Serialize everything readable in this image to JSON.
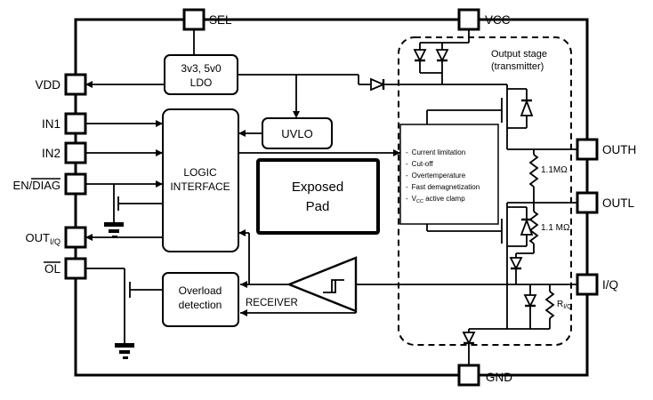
{
  "pins": {
    "sel": "SEL",
    "vcc": "VCC",
    "vdd": "VDD",
    "in1": "IN1",
    "in2": "IN2",
    "en_prefix": "EN/",
    "en_overlined": "DIAG",
    "out_prefix": "OUT",
    "out_sub": "I/Q",
    "ol": "OL",
    "outh": "OUTH",
    "outl": "OUTL",
    "iq": "I/Q",
    "gnd": "GND"
  },
  "blocks": {
    "ldo1": "3v3, 5v0",
    "ldo2": "LDO",
    "uvlo": "UVLO",
    "logic1": "LOGIC",
    "logic2": "INTERFACE",
    "pad1": "Exposed",
    "pad2": "Pad",
    "ovl1": "Overload",
    "ovl2": "detection",
    "receiver": "RECEIVER",
    "out_stage1": "Output stage",
    "out_stage2": "(transmitter)"
  },
  "features": {
    "bullet": "-",
    "i1": "Current limitation",
    "i2": "Cut-off",
    "i3": "Overtemperature",
    "i4": "Fast demagnetization",
    "i5_pre": "V",
    "i5_sub": "CC",
    "i5_post": " active clamp"
  },
  "components": {
    "r1": "1.1MΩ",
    "r2": "1.1 MΩ",
    "riq_pre": "R",
    "riq_sub": "I/Q"
  },
  "colors": {
    "line": "#000000",
    "background": "#ffffff"
  }
}
